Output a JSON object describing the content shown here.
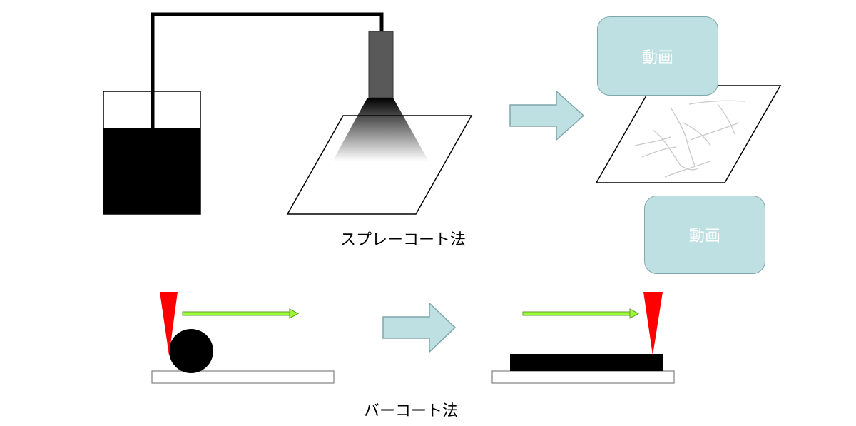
{
  "labels": {
    "spray_method": "スプレーコート法",
    "bar_method": "バーコート法"
  },
  "buttons": {
    "video_1": "動画",
    "video_2": "動画"
  },
  "colors": {
    "ink": "#000000",
    "arrow_fill": "#bfe0e3",
    "arrow_stroke": "#7fa7ab",
    "nozzle": "#595959",
    "bar_blade": "#ff0000",
    "motion_arrow": "#99ff33",
    "fiber_strands": "#c8c8c8"
  },
  "icons": {
    "process_arrow": "right-block-arrow",
    "motion_arrow": "thin-right-arrow",
    "blade": "red-triangle-blade"
  }
}
